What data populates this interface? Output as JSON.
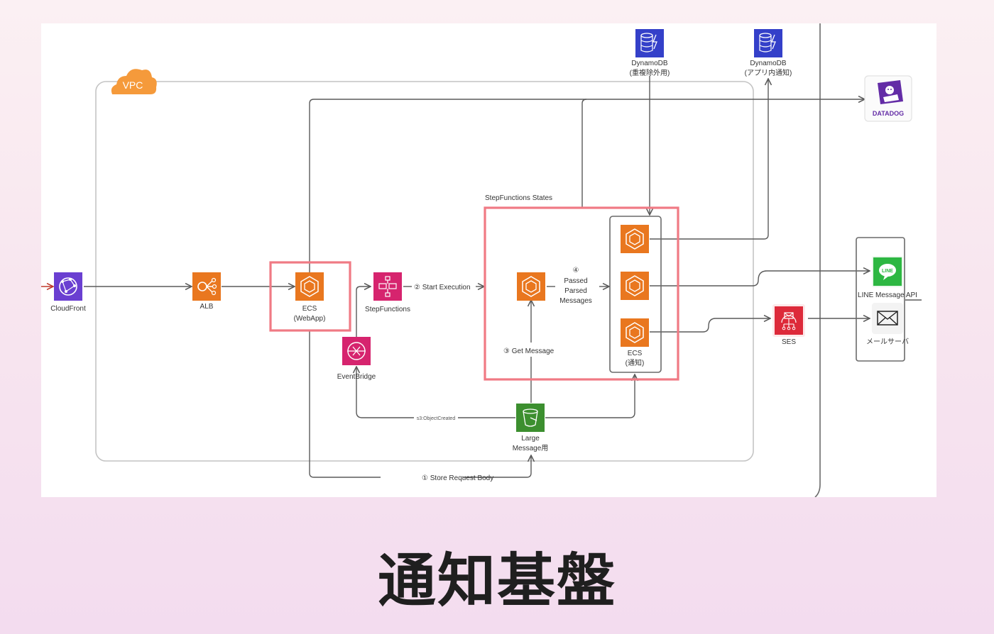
{
  "title": "通知基盤",
  "diagram": {
    "groups": {
      "vpc": "VPC",
      "stepfunctions_states": "StepFunctions States"
    },
    "nodes": {
      "cloudfront": {
        "label": "CloudFront",
        "icon": "cloudfront-icon",
        "color": "#6a3fd1"
      },
      "alb": {
        "label": "ALB",
        "icon": "alb-icon",
        "color": "#e9771f"
      },
      "ecs_webapp": {
        "label1": "ECS",
        "label2": "(WebApp)",
        "icon": "ecs-icon",
        "color": "#e9771f"
      },
      "stepfunctions": {
        "label": "StepFunctions",
        "icon": "stepfunctions-icon",
        "color": "#d6246e"
      },
      "eventbridge": {
        "label": "EventBridge",
        "icon": "eventbridge-icon",
        "color": "#d6246e"
      },
      "ecs_parser": {
        "icon": "ecs-icon",
        "color": "#e9771f"
      },
      "ecs_notify": {
        "label1": "ECS",
        "label2": "(通知)",
        "icon": "ecs-icon",
        "color": "#e9771f"
      },
      "s3": {
        "label1": "Large",
        "label2": "Message用",
        "icon": "s3-bucket-icon",
        "color": "#3c8f2f"
      },
      "dynamodb_dedup": {
        "label1": "DynamoDB",
        "label2": "(重複除外用)",
        "icon": "dynamodb-icon",
        "color": "#3440c9"
      },
      "dynamodb_inapp": {
        "label1": "DynamoDB",
        "label2": "(アプリ内通知)",
        "icon": "dynamodb-icon",
        "color": "#3440c9"
      },
      "datadog": {
        "label": "DATADOG",
        "icon": "datadog-icon",
        "color": "#632ca6"
      },
      "ses": {
        "label": "SES",
        "icon": "ses-icon",
        "color": "#dd2a3a"
      },
      "line": {
        "label": "LINE Message API",
        "badge": "LINE",
        "icon": "line-icon",
        "color": "#2db742"
      },
      "mail": {
        "label": "メールサーバ",
        "icon": "mail-envelope-icon"
      }
    },
    "edges": {
      "step1": "① Store Request Body",
      "step2": "② Start Execution",
      "step3": "③ Get Message",
      "step4_num": "④",
      "step4_l1": "Passed",
      "step4_l2": "Parsed",
      "step4_l3": "Messages",
      "s3_event": "s3:ObjectCreated"
    },
    "colors": {
      "highlight": "#f07a84",
      "line": "#5a5a5a",
      "vpc": "#f59a3b"
    }
  }
}
